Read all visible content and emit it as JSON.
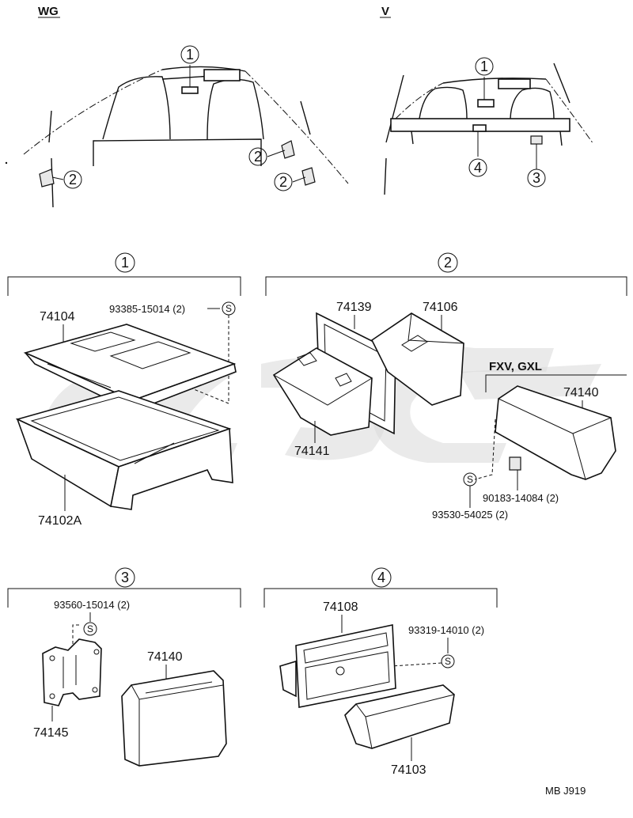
{
  "views": {
    "wg": "WG",
    "v": "V"
  },
  "callouts": {
    "c1": "1",
    "c2": "2",
    "c3": "3",
    "c4": "4"
  },
  "s_mark": "S",
  "section1": {
    "num": "1",
    "parts": {
      "p74104": "74104",
      "p74102a": "74102A",
      "screw": "93385-15014 (2)"
    }
  },
  "section2": {
    "num": "2",
    "variant": "FXV, GXL",
    "parts": {
      "p74139": "74139",
      "p74106": "74106",
      "p74141": "74141",
      "p74140": "74140",
      "nut": "90183-14084 (2)",
      "screw": "93530-54025 (2)"
    }
  },
  "section3": {
    "num": "3",
    "parts": {
      "screw": "93560-15014 (2)",
      "p74140": "74140",
      "p74145": "74145"
    }
  },
  "section4": {
    "num": "4",
    "parts": {
      "p74108": "74108",
      "screw": "93319-14010 (2)",
      "p74103": "74103"
    }
  },
  "footer": {
    "code": "MB  J919"
  }
}
